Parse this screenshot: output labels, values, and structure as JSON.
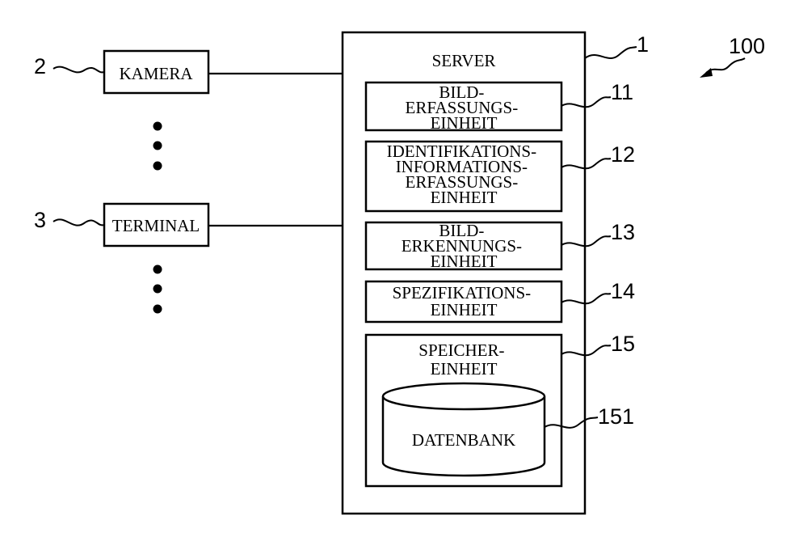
{
  "external": {
    "kamera": {
      "ref": "2",
      "label": "KAMERA"
    },
    "terminal": {
      "ref": "3",
      "label": "TERMINAL"
    }
  },
  "system_ref": "100",
  "server": {
    "ref": "1",
    "title": "SERVER",
    "units": [
      {
        "ref": "11",
        "lines": [
          "BILD-",
          "ERFASSUNGS-",
          "EINHEIT"
        ]
      },
      {
        "ref": "12",
        "lines": [
          "IDENTIFIKATIONS-",
          "INFORMATIONS-",
          "ERFASSUNGS-",
          "EINHEIT"
        ]
      },
      {
        "ref": "13",
        "lines": [
          "BILD-",
          "ERKENNUNGS-",
          "EINHEIT"
        ]
      },
      {
        "ref": "14",
        "lines": [
          "SPEZIFIKATIONS-",
          "EINHEIT"
        ]
      }
    ],
    "storage": {
      "ref": "15",
      "lines": [
        "SPEICHER-",
        "EINHEIT"
      ],
      "database": {
        "ref": "151",
        "label": "DATENBANK"
      }
    }
  }
}
